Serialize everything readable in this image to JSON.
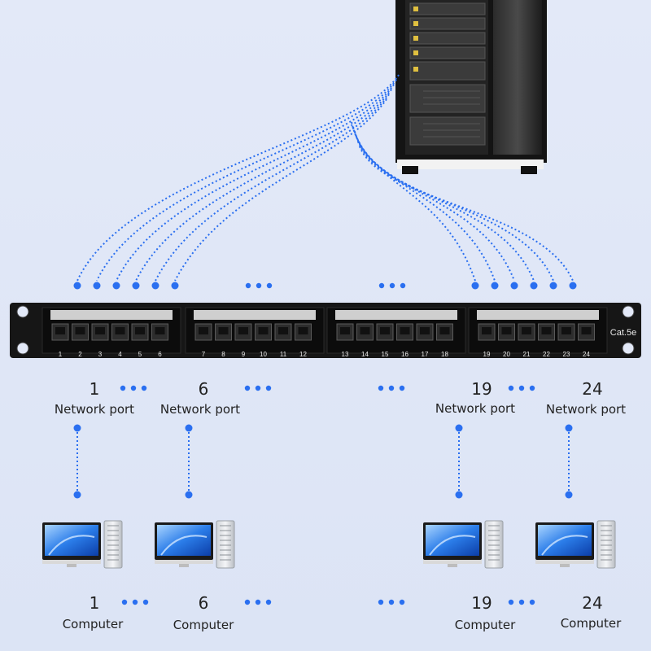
{
  "panel": {
    "badge": "Cat.5e",
    "port_numbers": [
      "1",
      "2",
      "3",
      "4",
      "5",
      "6",
      "7",
      "8",
      "9",
      "10",
      "11",
      "12",
      "13",
      "14",
      "15",
      "16",
      "17",
      "18",
      "19",
      "20",
      "21",
      "22",
      "23",
      "24"
    ]
  },
  "network_ports": [
    {
      "number": "1",
      "label": "Network port"
    },
    {
      "number": "6",
      "label": "Network port"
    },
    {
      "number": "19",
      "label": "Network port"
    },
    {
      "number": "24",
      "label": "Network port"
    }
  ],
  "computers": [
    {
      "number": "1",
      "label": "Computer"
    },
    {
      "number": "6",
      "label": "Computer"
    },
    {
      "number": "19",
      "label": "Computer"
    },
    {
      "number": "24",
      "label": "Computer"
    }
  ],
  "colors": {
    "cable": "#2a6ff0",
    "panel": "#151515",
    "rack": "#1a1a1a",
    "background": "#dfe6f6"
  },
  "icons": [
    "server-rack-icon",
    "patch-panel-icon",
    "computer-monitor-icon",
    "pc-tower-icon"
  ]
}
